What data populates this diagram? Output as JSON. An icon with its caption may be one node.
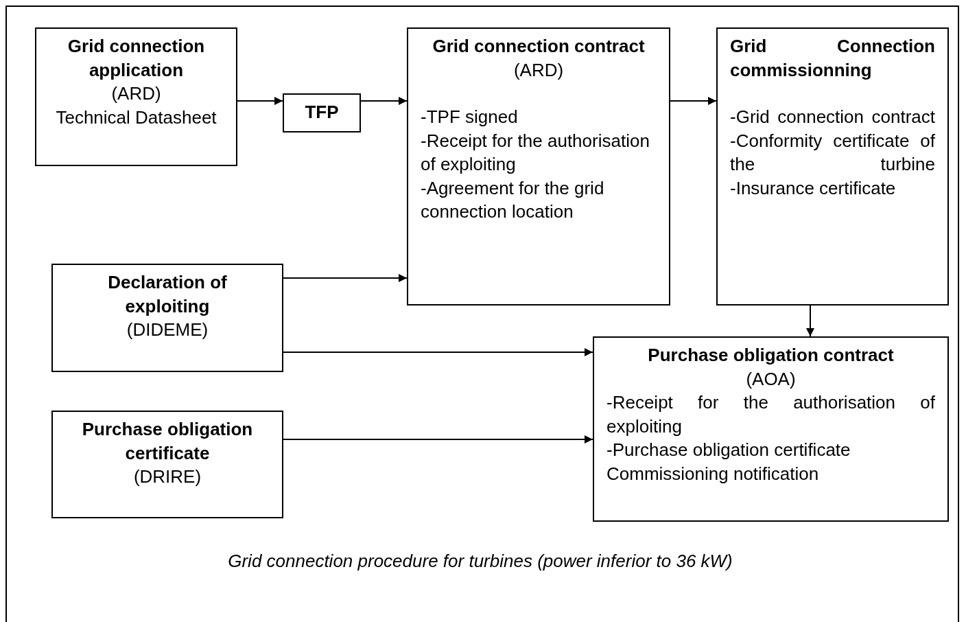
{
  "diagram": {
    "caption": "Grid connection procedure for turbines (power inferior to 36 kW)",
    "nodes": [
      {
        "text": [
          "Grid connection application",
          "(ARD)",
          "Technical Datasheet"
        ]
      },
      {
        "text": [
          "TFP"
        ]
      },
      {
        "text": [
          "Grid connection contract",
          "(ARD)",
          "-TPF signed",
          "-Receipt for the authorisation of exploiting",
          "-Agreement for the grid connection location"
        ]
      },
      {
        "text": [
          "Grid Connection commissionning",
          "-Grid connection contract",
          "-Conformity certificate of the turbine",
          "-Insurance certificate"
        ]
      },
      {
        "text": [
          "Declaration of exploiting",
          "(DIDEME)"
        ]
      },
      {
        "text": [
          "Purchase obligation certificate",
          "(DRIRE)"
        ]
      },
      {
        "text": [
          "Purchase obligation contract",
          "(AOA)",
          "-Receipt for the authorisation of exploiting",
          "-Purchase obligation certificate",
          "Commissioning notification"
        ]
      }
    ],
    "edges": [
      {
        "from": 0,
        "to": 1,
        "arrow": "to"
      },
      {
        "from": 1,
        "to": 2,
        "arrow": "to"
      },
      {
        "from": 2,
        "to": 3,
        "arrow": "to"
      },
      {
        "from": 4,
        "to": 2,
        "arrow": "to"
      },
      {
        "from": 4,
        "to": 6,
        "arrow": "to"
      },
      {
        "from": 5,
        "to": 6,
        "arrow": "to"
      },
      {
        "from": 3,
        "to": 6,
        "arrow": "to"
      }
    ]
  }
}
